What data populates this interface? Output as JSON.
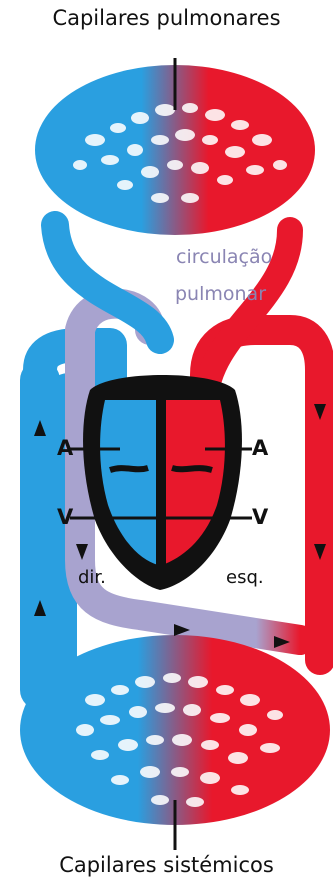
{
  "labels": {
    "top_title": "Capilares pulmonares",
    "bottom_title": "Capilares sistémicos",
    "circulation_line1": "circulação",
    "circulation_line2": "pulmonar",
    "atrium_right": "A",
    "atrium_left": "A",
    "ventricle_right": "V",
    "ventricle_left": "V",
    "side_right": "dir.",
    "side_left": "esq."
  },
  "colors": {
    "deoxygenated": "#2a9fe0",
    "oxygenated": "#e8182c",
    "pulmonary_artery": "#a8a3cf",
    "heart_outline": "#111111"
  }
}
